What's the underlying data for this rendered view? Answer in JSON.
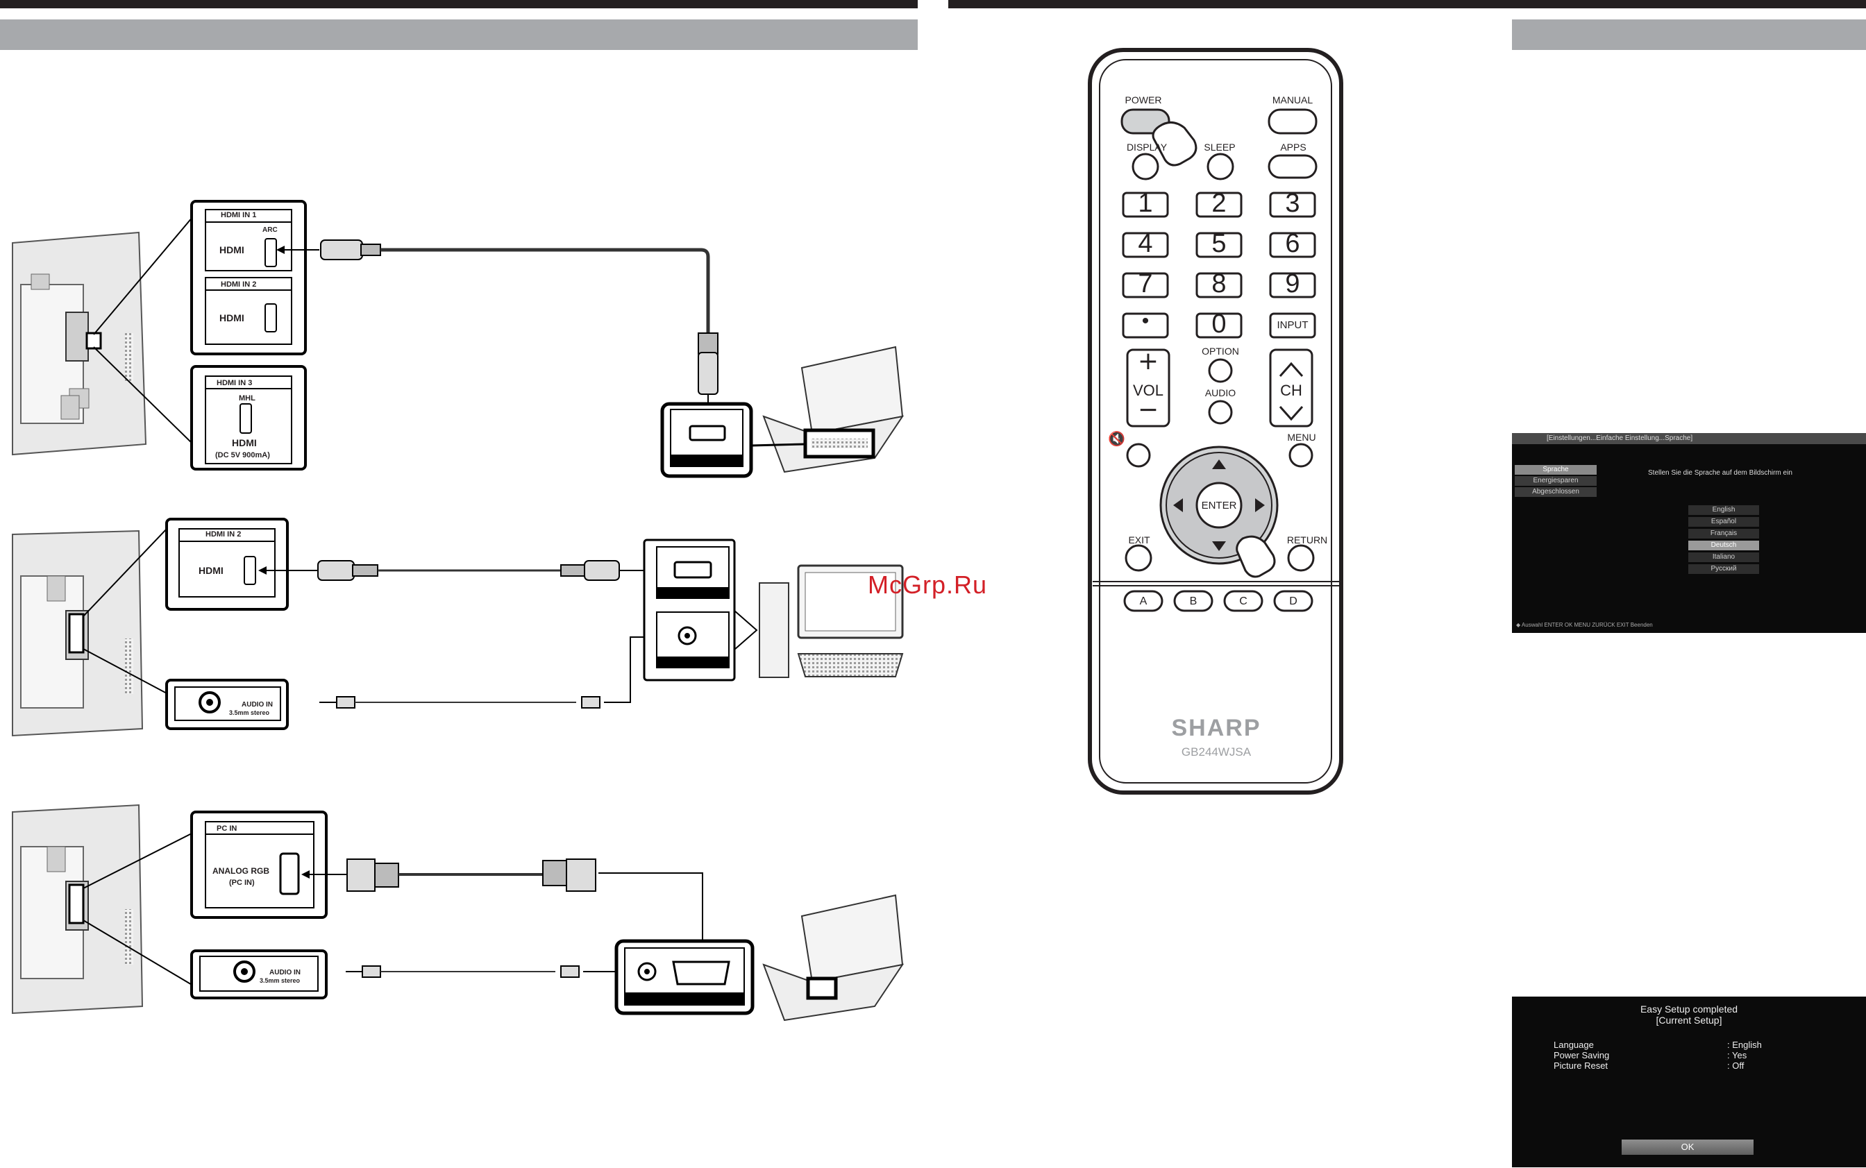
{
  "watermark": "McGrp.Ru",
  "diagram1": {
    "hdmi1_label": "HDMI IN 1",
    "arc_label": "ARC",
    "hdmi_logo": "HDMI",
    "hdmi2_label": "HDMI IN 2",
    "hdmi3_label": "HDMI IN 3",
    "mhl_label": "MHL",
    "dc_label": "(DC 5V  900mA)"
  },
  "diagram2": {
    "hdmi2_label": "HDMI IN 2",
    "hdmi_logo": "HDMI",
    "audio_in_label": "AUDIO IN",
    "audio_spec": "3.5mm stereo"
  },
  "diagram3": {
    "pc_in_label": "PC IN",
    "analog_label": "ANALOG RGB",
    "analog_sub": "(PC IN)",
    "audio_in_label": "AUDIO IN",
    "audio_spec": "3.5mm stereo"
  },
  "remote": {
    "power": "POWER",
    "manual": "MANUAL",
    "display": "DISPLAY",
    "sleep": "SLEEP",
    "apps": "APPS",
    "keys": [
      "1",
      "2",
      "3",
      "4",
      "5",
      "6",
      "7",
      "8",
      "9",
      "•",
      "0"
    ],
    "input": "INPUT",
    "vol": "VOL",
    "option": "OPTION",
    "audio": "AUDIO",
    "ch": "CH",
    "menu": "MENU",
    "enter": "ENTER",
    "exit": "EXIT",
    "return": "RETURN",
    "abcd": [
      "A",
      "B",
      "C",
      "D"
    ],
    "brand": "SHARP",
    "model": "GB244WJSA"
  },
  "osd_language": {
    "breadcrumb": "[Einstellungen...Einfache Einstellung...Sprache]",
    "menu": [
      "Sprache",
      "Energiesparen",
      "Abgeschlossen"
    ],
    "prompt": "Stellen Sie die Sprache auf dem Bildschirm ein",
    "languages": [
      "English",
      "Español",
      "Français",
      "Deutsch",
      "Italiano",
      "Русский"
    ],
    "selected_language_index": 3,
    "footer": "◆ Auswahl  ENTER OK      MENU ZURÜCK  EXIT Beenden"
  },
  "osd_complete": {
    "title": "Easy Setup completed",
    "subtitle": "[Current Setup]",
    "rows": [
      {
        "label": "Language",
        "value": ": English"
      },
      {
        "label": "Power Saving",
        "value": ": Yes"
      },
      {
        "label": "Picture Reset",
        "value": ": Off"
      }
    ],
    "ok": "OK"
  }
}
